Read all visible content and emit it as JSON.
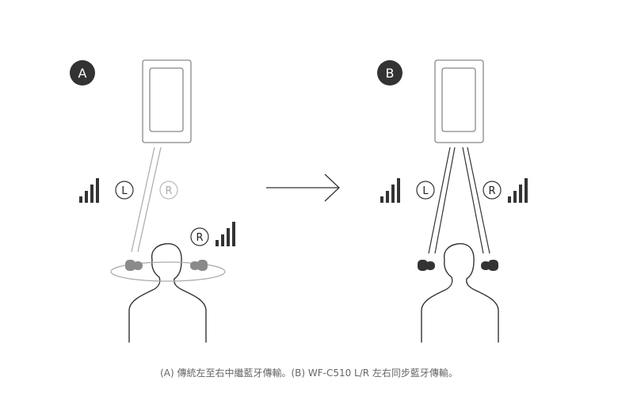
{
  "panel_a": {
    "badge": "A",
    "left_label": "L",
    "right_label_faded": "R",
    "right_label": "R"
  },
  "panel_b": {
    "badge": "B",
    "left_label": "L",
    "right_label": "R"
  },
  "caption": "(A) 傳統左至右中繼藍牙傳輸。(B) WF-C510 L/R 左右同步藍牙傳輸。",
  "colors": {
    "dark": "#222222",
    "gray": "#999999",
    "light": "#bbbbbb",
    "earbud_dark": "#333333",
    "earbud_gray": "#8a8a8a"
  },
  "icons": [
    "phone-icon",
    "signal-bars-icon",
    "earbud-icon",
    "person-silhouette-icon",
    "arrow-right-icon"
  ]
}
